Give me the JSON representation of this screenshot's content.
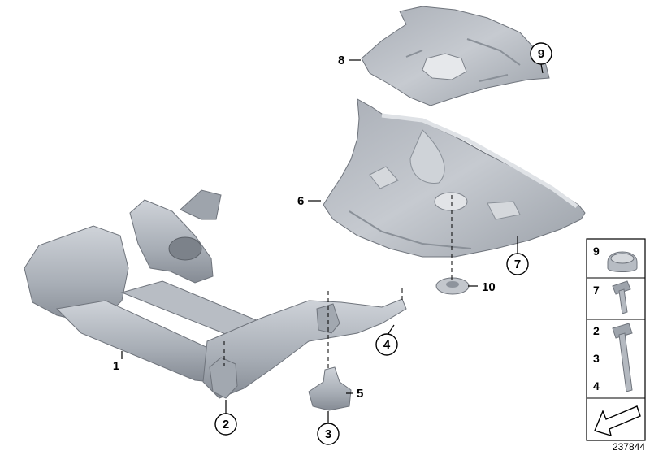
{
  "callouts": {
    "c1": "1",
    "c2": "2",
    "c3": "3",
    "c4": "4",
    "c5": "5",
    "c6": "6",
    "c7": "7",
    "c8": "8",
    "c9": "9",
    "c10": "10"
  },
  "legend": {
    "row1": "9",
    "row2": "7",
    "row3a": "2",
    "row3b": "3",
    "row3c": "4"
  },
  "diagram_ref": "237844",
  "colors": {
    "part_fill": "#b9bec6",
    "part_dark": "#8e949d",
    "part_light": "#d7dbe0",
    "outline": "#000000"
  }
}
